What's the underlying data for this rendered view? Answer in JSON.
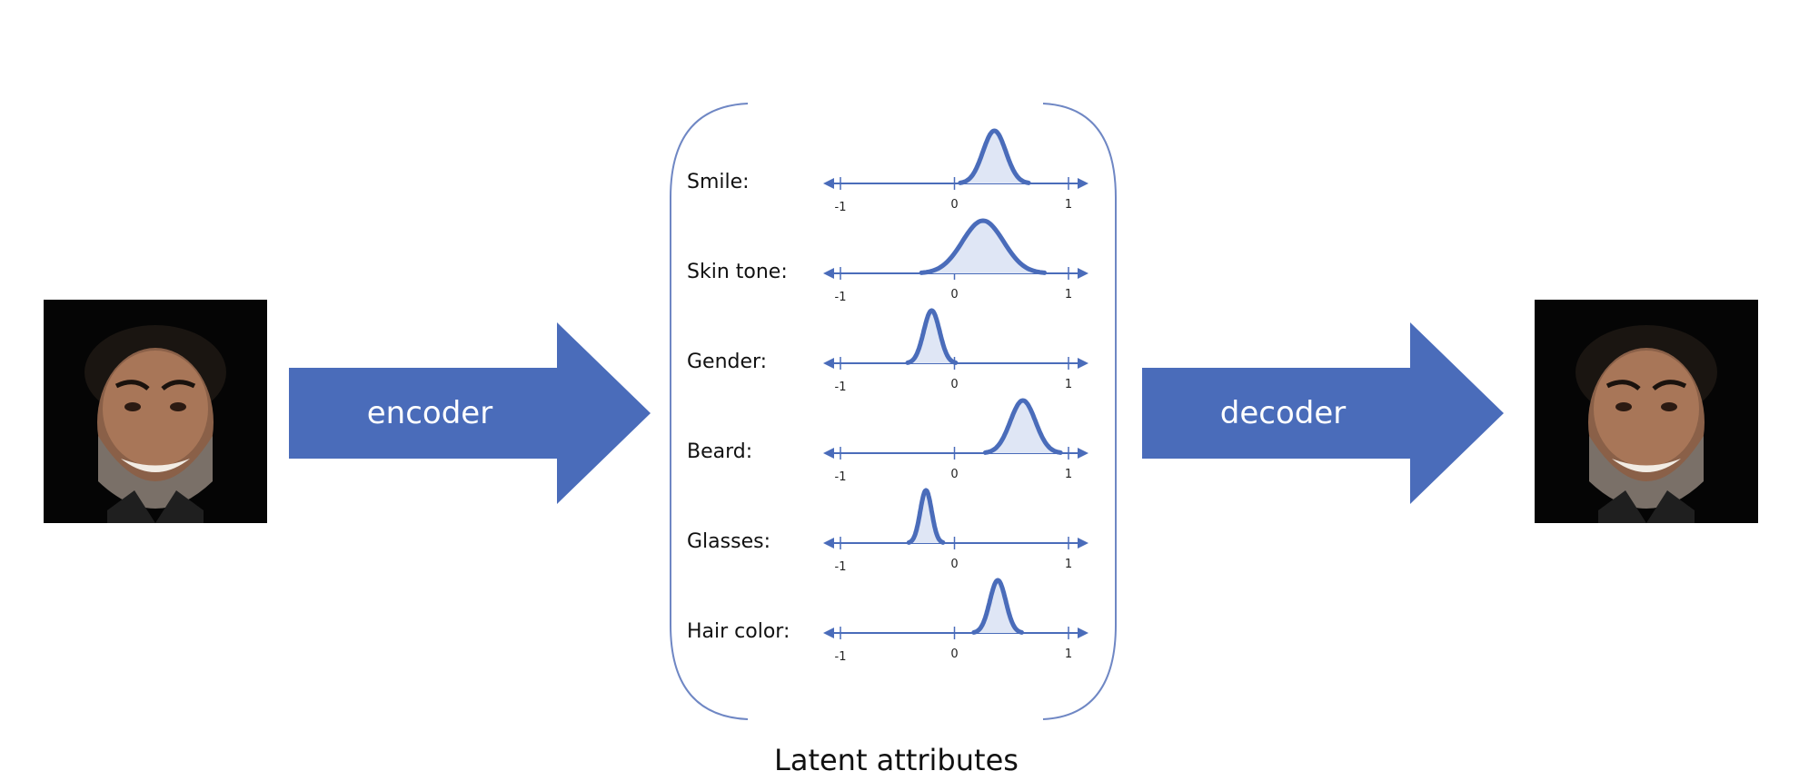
{
  "encoder_label": "encoder",
  "decoder_label": "decoder",
  "caption": "Latent attributes",
  "colors": {
    "accent": "#4a6cba",
    "fill": "#dfe6f5",
    "bracket": "#6f87c4"
  },
  "tick_labels": [
    "-1",
    "0",
    "1"
  ],
  "attributes": [
    {
      "label": "Smile:",
      "mean": 0.35,
      "spread": 0.1
    },
    {
      "label": "Skin tone:",
      "mean": 0.25,
      "spread": 0.18
    },
    {
      "label": "Gender:",
      "mean": -0.2,
      "spread": 0.07
    },
    {
      "label": "Beard:",
      "mean": 0.6,
      "spread": 0.11
    },
    {
      "label": "Glasses:",
      "mean": -0.25,
      "spread": 0.05
    },
    {
      "label": "Hair color:",
      "mean": 0.38,
      "spread": 0.07
    }
  ]
}
